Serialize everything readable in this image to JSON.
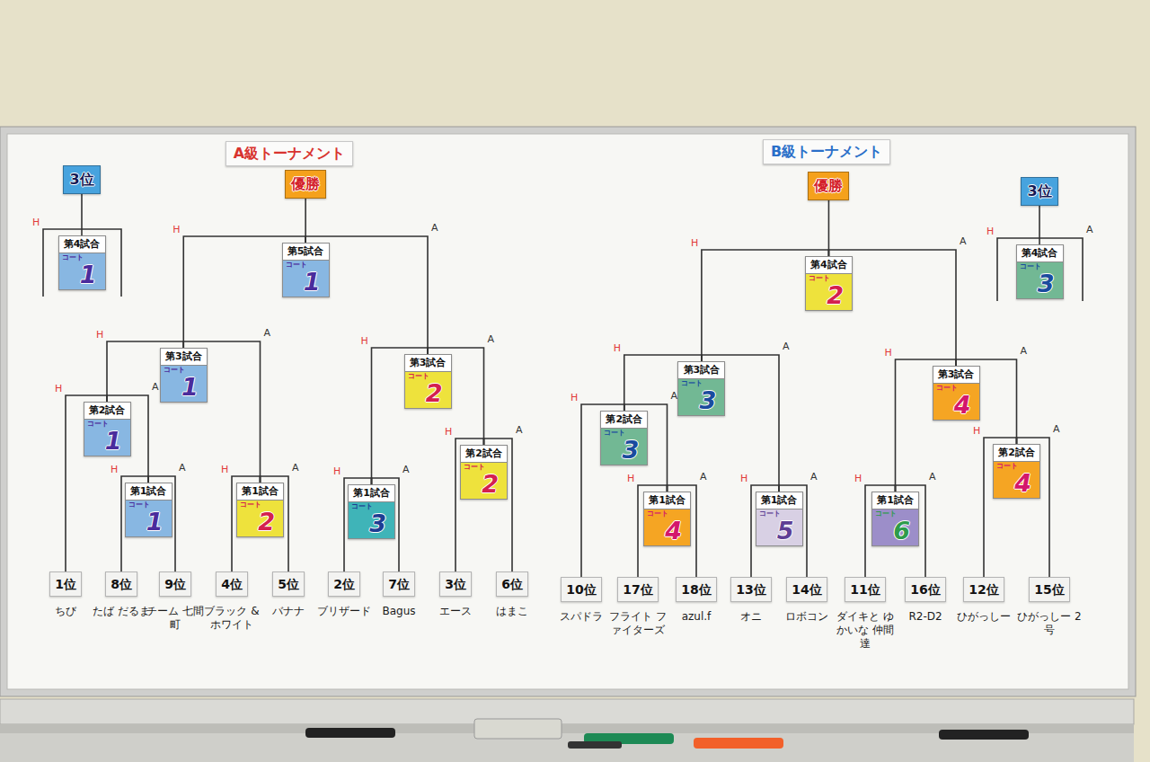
{
  "diagram": {
    "nodes": [
      {
        "text": [
          "3位"
        ]
      },
      {
        "text": [
          "A級トーナメント"
        ]
      },
      {
        "text": [
          "優勝"
        ]
      },
      {
        "text": [
          "第4試合",
          "コート",
          "1"
        ]
      },
      {
        "text": [
          "第5試合",
          "コート",
          "1"
        ]
      },
      {
        "text": [
          "第3試合",
          "コート",
          "1"
        ]
      },
      {
        "text": [
          "第3試合",
          "コート",
          "2"
        ]
      },
      {
        "text": [
          "第2試合",
          "コート",
          "1"
        ]
      },
      {
        "text": [
          "第2試合",
          "コート",
          "2"
        ]
      },
      {
        "text": [
          "第1試合",
          "コート",
          "1"
        ]
      },
      {
        "text": [
          "第1試合",
          "コート",
          "2"
        ]
      },
      {
        "text": [
          "第1試合",
          "コート",
          "3"
        ]
      },
      {
        "text": [
          "1位",
          "ちび"
        ]
      },
      {
        "text": [
          "8位",
          "たば だるま"
        ]
      },
      {
        "text": [
          "9位",
          "チーム 七間町"
        ]
      },
      {
        "text": [
          "4位",
          "ブラック & ホワイト"
        ]
      },
      {
        "text": [
          "5位",
          "バナナ"
        ]
      },
      {
        "text": [
          "2位",
          "ブリザード"
        ]
      },
      {
        "text": [
          "7位",
          "Bagus"
        ]
      },
      {
        "text": [
          "3位",
          "エース"
        ]
      },
      {
        "text": [
          "6位",
          "はまこ"
        ]
      },
      {
        "text": [
          "B級トーナメント"
        ]
      },
      {
        "text": [
          "優勝"
        ]
      },
      {
        "text": [
          "3位"
        ]
      },
      {
        "text": [
          "第4試合",
          "コート",
          "2"
        ]
      },
      {
        "text": [
          "第4試合",
          "コート",
          "3"
        ]
      },
      {
        "text": [
          "第3試合",
          "コート",
          "3"
        ]
      },
      {
        "text": [
          "第3試合",
          "コート",
          "4"
        ]
      },
      {
        "text": [
          "第2試合",
          "コート",
          "3"
        ]
      },
      {
        "text": [
          "第2試合",
          "コート",
          "4"
        ]
      },
      {
        "text": [
          "第1試合",
          "コート",
          "4"
        ]
      },
      {
        "text": [
          "第1試合",
          "コート",
          "5"
        ]
      },
      {
        "text": [
          "第1試合",
          "コート",
          "6"
        ]
      },
      {
        "text": [
          "10位",
          "スパドラ"
        ]
      },
      {
        "text": [
          "17位",
          "フライト ファイターズ"
        ]
      },
      {
        "text": [
          "18位",
          "azul.f"
        ]
      },
      {
        "text": [
          "13位",
          "オニ"
        ]
      },
      {
        "text": [
          "14位",
          "ロボコン"
        ]
      },
      {
        "text": [
          "11位",
          "ダイキと ゆかいな 仲間達"
        ]
      },
      {
        "text": [
          "16位",
          "R2-D2"
        ]
      },
      {
        "text": [
          "12位",
          "ひがっしー"
        ]
      },
      {
        "text": [
          "15位",
          "ひがっしー 2号"
        ]
      }
    ],
    "edges": [
      {
        "from": 13,
        "to": 9,
        "arrow": "none"
      },
      {
        "from": 14,
        "to": 9,
        "arrow": "none"
      },
      {
        "from": 12,
        "to": 7,
        "arrow": "none"
      },
      {
        "from": 9,
        "to": 7,
        "arrow": "none"
      },
      {
        "from": 15,
        "to": 10,
        "arrow": "none"
      },
      {
        "from": 16,
        "to": 10,
        "arrow": "none"
      },
      {
        "from": 7,
        "to": 5,
        "arrow": "none"
      },
      {
        "from": 10,
        "to": 5,
        "arrow": "none"
      },
      {
        "from": 17,
        "to": 11,
        "arrow": "none"
      },
      {
        "from": 18,
        "to": 11,
        "arrow": "none"
      },
      {
        "from": 19,
        "to": 8,
        "arrow": "none"
      },
      {
        "from": 20,
        "to": 8,
        "arrow": "none"
      },
      {
        "from": 11,
        "to": 6,
        "arrow": "none"
      },
      {
        "from": 8,
        "to": 6,
        "arrow": "none"
      },
      {
        "from": 5,
        "to": 4,
        "arrow": "none"
      },
      {
        "from": 6,
        "to": 4,
        "arrow": "none"
      },
      {
        "from": 4,
        "to": 2,
        "arrow": "none"
      },
      {
        "from": 3,
        "to": 0,
        "arrow": "none"
      },
      {
        "from": 34,
        "to": 30,
        "arrow": "none"
      },
      {
        "from": 35,
        "to": 30,
        "arrow": "none"
      },
      {
        "from": 33,
        "to": 28,
        "arrow": "none"
      },
      {
        "from": 30,
        "to": 28,
        "arrow": "none"
      },
      {
        "from": 36,
        "to": 31,
        "arrow": "none"
      },
      {
        "from": 37,
        "to": 31,
        "arrow": "none"
      },
      {
        "from": 28,
        "to": 26,
        "arrow": "none"
      },
      {
        "from": 31,
        "to": 26,
        "arrow": "none"
      },
      {
        "from": 38,
        "to": 32,
        "arrow": "none"
      },
      {
        "from": 39,
        "to": 32,
        "arrow": "none"
      },
      {
        "from": 40,
        "to": 29,
        "arrow": "none"
      },
      {
        "from": 41,
        "to": 29,
        "arrow": "none"
      },
      {
        "from": 32,
        "to": 27,
        "arrow": "none"
      },
      {
        "from": 29,
        "to": 27,
        "arrow": "none"
      },
      {
        "from": 26,
        "to": 24,
        "arrow": "none"
      },
      {
        "from": 27,
        "to": 24,
        "arrow": "none"
      },
      {
        "from": 24,
        "to": 22,
        "arrow": "none"
      },
      {
        "from": 25,
        "to": 23,
        "arrow": "none"
      }
    ],
    "labels": [
      "H",
      "H",
      "A",
      "H",
      "A",
      "H",
      "A",
      "H",
      "A",
      "H",
      "A",
      "H",
      "A",
      "H",
      "A",
      "H",
      "A",
      "H",
      "A",
      "H",
      "A",
      "H",
      "A",
      "H",
      "A",
      "H",
      "A",
      "H",
      "A",
      "H",
      "A",
      "H",
      "A",
      "H",
      "A"
    ]
  }
}
